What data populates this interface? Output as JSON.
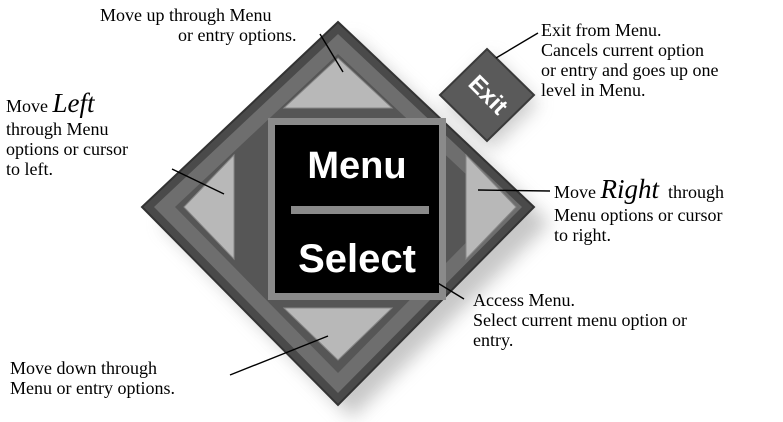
{
  "keypad": {
    "menu_label": "Menu",
    "select_label": "Select",
    "exit_label": "Exit"
  },
  "annotations": {
    "up": {
      "line1": "Move up through Menu",
      "line2": "or entry options."
    },
    "exit": {
      "line1": "Exit from Menu.",
      "line2": "Cancels current option",
      "line3": "or entry and goes up one",
      "line4": "level in Menu."
    },
    "left": {
      "line1_prefix": "Move ",
      "line1_emph": "Left",
      "line2": "through Menu",
      "line3": "options or cursor",
      "line4": "to left."
    },
    "right": {
      "line1_prefix": "Move ",
      "line1_emph": "Right",
      "line1_suffix": "  through",
      "line2": "Menu options or cursor",
      "line3": "to right."
    },
    "select": {
      "line1": "Access Menu.",
      "line2": "Select current menu option or",
      "line3": "entry."
    },
    "down": {
      "line1": "Move down through",
      "line2": "Menu or entry options."
    }
  },
  "colors": {
    "outer_diamond": "#4a4a4a",
    "inner_diamond": "#6e6e6e",
    "arrow": "#b8b8b8",
    "center_panel": "#000000",
    "center_border": "#8a8a8a",
    "exit_key": "#5a5a5a"
  }
}
